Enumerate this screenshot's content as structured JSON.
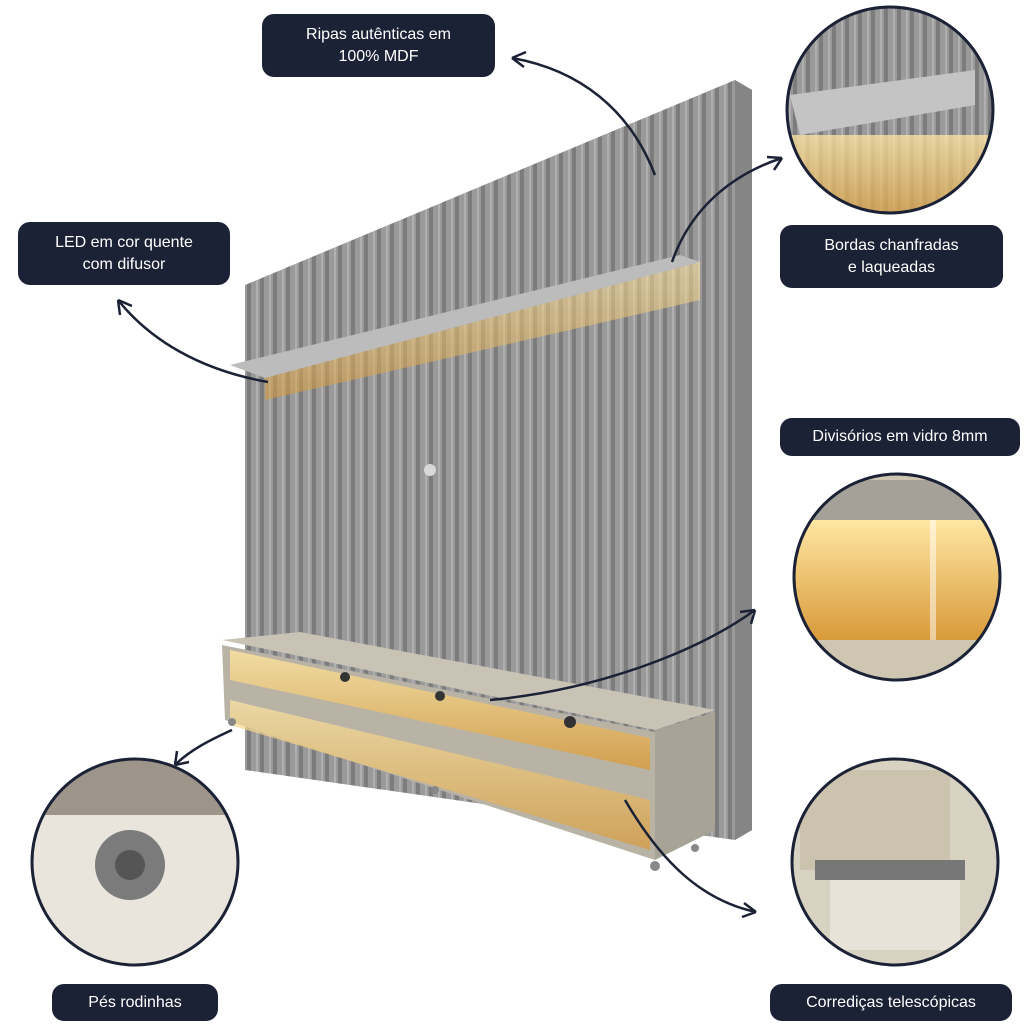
{
  "labels": {
    "slats": [
      "Ripas autênticas em",
      "100% MDF"
    ],
    "led": [
      "LED em cor quente",
      "com difusor"
    ],
    "edges": [
      "Bordas chanfradas",
      "e laqueadas"
    ],
    "glass": "Divisórios em vidro 8mm",
    "wheels": "Pés rodinhas",
    "slides": "Corrediças telescópicas"
  },
  "colors": {
    "label_bg": "#1c2236",
    "panel": "#8f8f8f",
    "led": "#f3c46a"
  }
}
